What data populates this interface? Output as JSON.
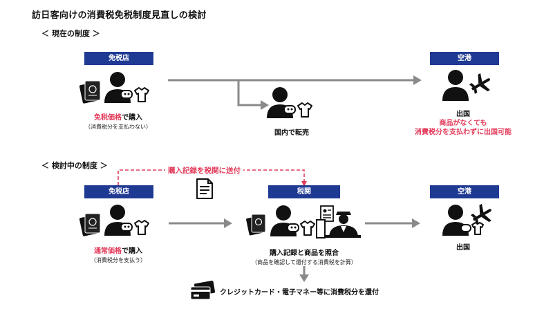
{
  "title": "訪日客向けの消費税免税制度見直しの検討",
  "current": {
    "heading": "＜ 現在の制度 ＞",
    "shop_label": "免税店",
    "airport_label": "空港",
    "caption_highlight": "免税価格",
    "caption_rest": "で購入",
    "caption_sub": "（消費税分を支払わない）",
    "resale_caption": "国内で転売",
    "depart_caption": "出国",
    "depart_note_line1": "商品がなくても",
    "depart_note_line2": "消費税分を支払わずに出国可能"
  },
  "proposed": {
    "heading": "＜ 検討中の制度 ＞",
    "shop_label": "免税店",
    "customs_label": "税関",
    "airport_label": "空港",
    "red_link_label": "購入記録を税関に送付",
    "caption_highlight": "通常価格",
    "caption_rest": "で購入",
    "caption_sub": "（消費税分を支払う）",
    "customs_caption": "購入記録と商品を照合",
    "customs_sub": "（商品を確認して還付する消費税を計算）",
    "depart_caption": "出国",
    "refund_caption": "クレジットカード・電子マネー等に消費税分を還付"
  },
  "colors": {
    "navy": "#1f3a93",
    "accent_red": "#e23b5a",
    "arrow_gray": "#8a8a8a",
    "icon_black": "#111111"
  },
  "icons": [
    "person-icon",
    "passport-icon",
    "shopping-items-icon",
    "airplane-icon",
    "document-icon",
    "customs-officer-icon",
    "credit-card-icon"
  ]
}
